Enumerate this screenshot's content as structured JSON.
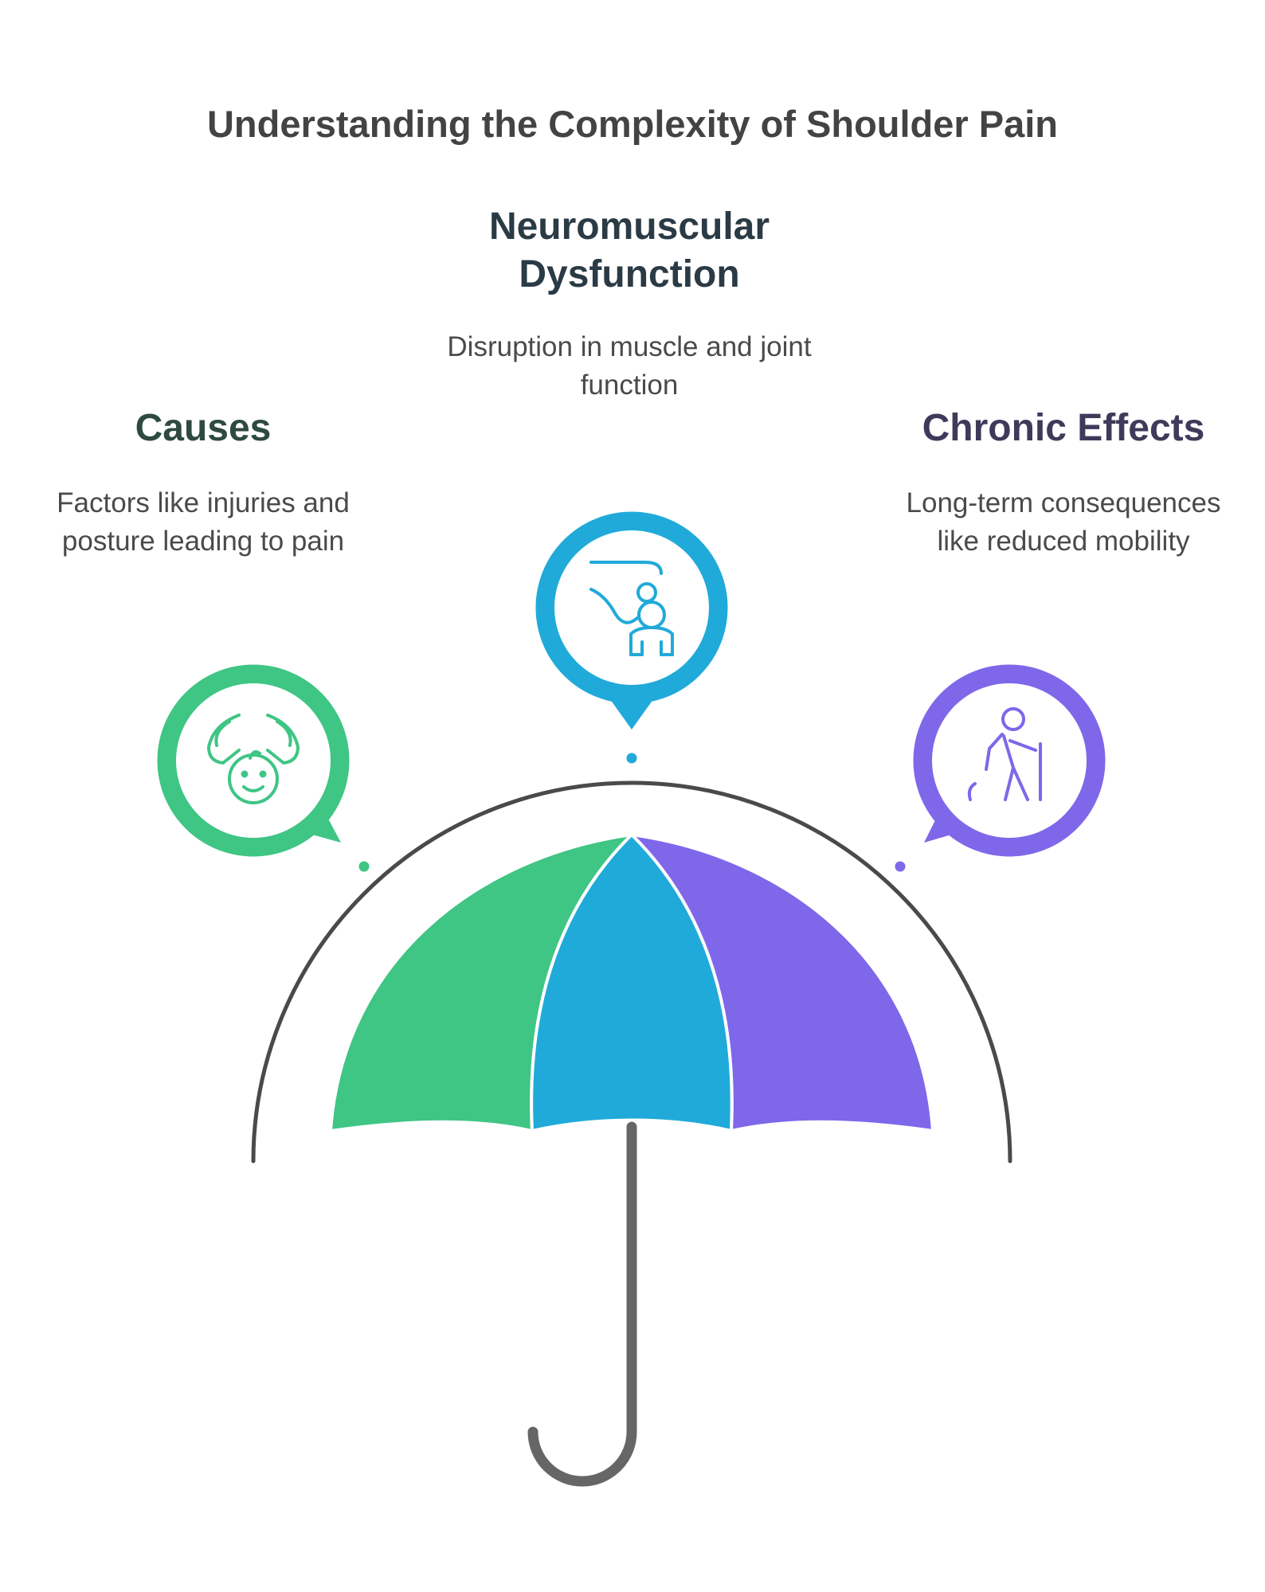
{
  "title": "Understanding the Complexity of Shoulder Pain",
  "items": [
    {
      "heading": "Causes",
      "description": "Factors like injuries and posture leading to pain",
      "color": "#3fc584",
      "icon": "hands-caring-baby-icon"
    },
    {
      "heading": "Neuromuscular Dysfunction",
      "description": "Disruption in muscle and joint function",
      "color": "#20aad9",
      "icon": "person-receiving-massage-icon"
    },
    {
      "heading": "Chronic Effects",
      "description": "Long-term consequences like reduced mobility",
      "color": "#7f67ea",
      "icon": "person-with-walking-cane-icon"
    }
  ],
  "colors": {
    "arc": "#4a4a4a",
    "handle": "#666666",
    "text_dark": "#434343"
  }
}
